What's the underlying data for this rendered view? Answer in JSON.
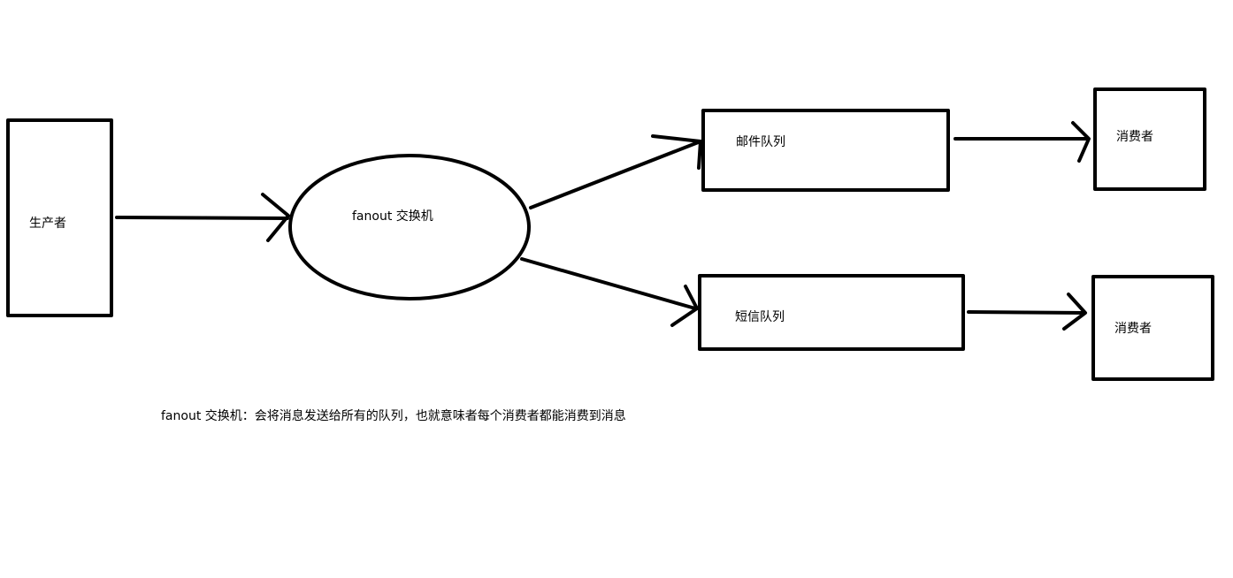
{
  "diagram": {
    "producer": {
      "label": "生产者"
    },
    "exchange": {
      "label": "fanout 交换机"
    },
    "queue_mail": {
      "label": "邮件队列"
    },
    "queue_sms": {
      "label": "短信队列"
    },
    "consumer_mail": {
      "label": "消费者"
    },
    "consumer_sms": {
      "label": "消费者"
    },
    "caption": "fanout 交换机：会将消息发送给所有的队列，也就意味者每个消费者都能消费到消息",
    "colors": {
      "stroke": "#000000",
      "background": "#ffffff"
    }
  }
}
